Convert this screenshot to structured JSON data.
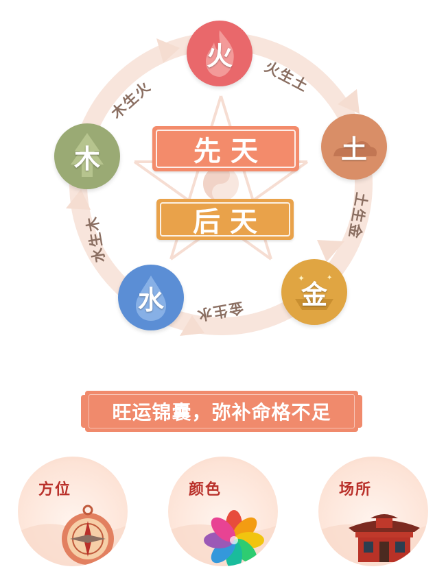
{
  "cycle": {
    "elements": {
      "fire": "火",
      "earth": "土",
      "metal": "金",
      "water": "水",
      "wood": "木"
    },
    "relations": {
      "fire_earth": "火生土",
      "earth_metal": "土生金",
      "metal_water": "金生水",
      "water_wood": "水生木",
      "wood_fire": "木生火"
    },
    "center": {
      "innate": "先天",
      "acquired": "后天"
    }
  },
  "banner": "旺运锦囊，弥补命格不足",
  "cards": [
    {
      "title": "方位",
      "icon": "compass-icon"
    },
    {
      "title": "颜色",
      "icon": "color-petals-icon"
    },
    {
      "title": "场所",
      "icon": "temple-icon"
    }
  ],
  "colors": {
    "fire": "#e9686b",
    "earth": "#d98e67",
    "metal": "#e0a542",
    "water": "#5b8ed5",
    "wood": "#9aaa74",
    "innate_button": "#f38b6b",
    "acquired_button": "#e9a24a",
    "banner": "#f08a6c",
    "card_title": "#b9302a"
  }
}
